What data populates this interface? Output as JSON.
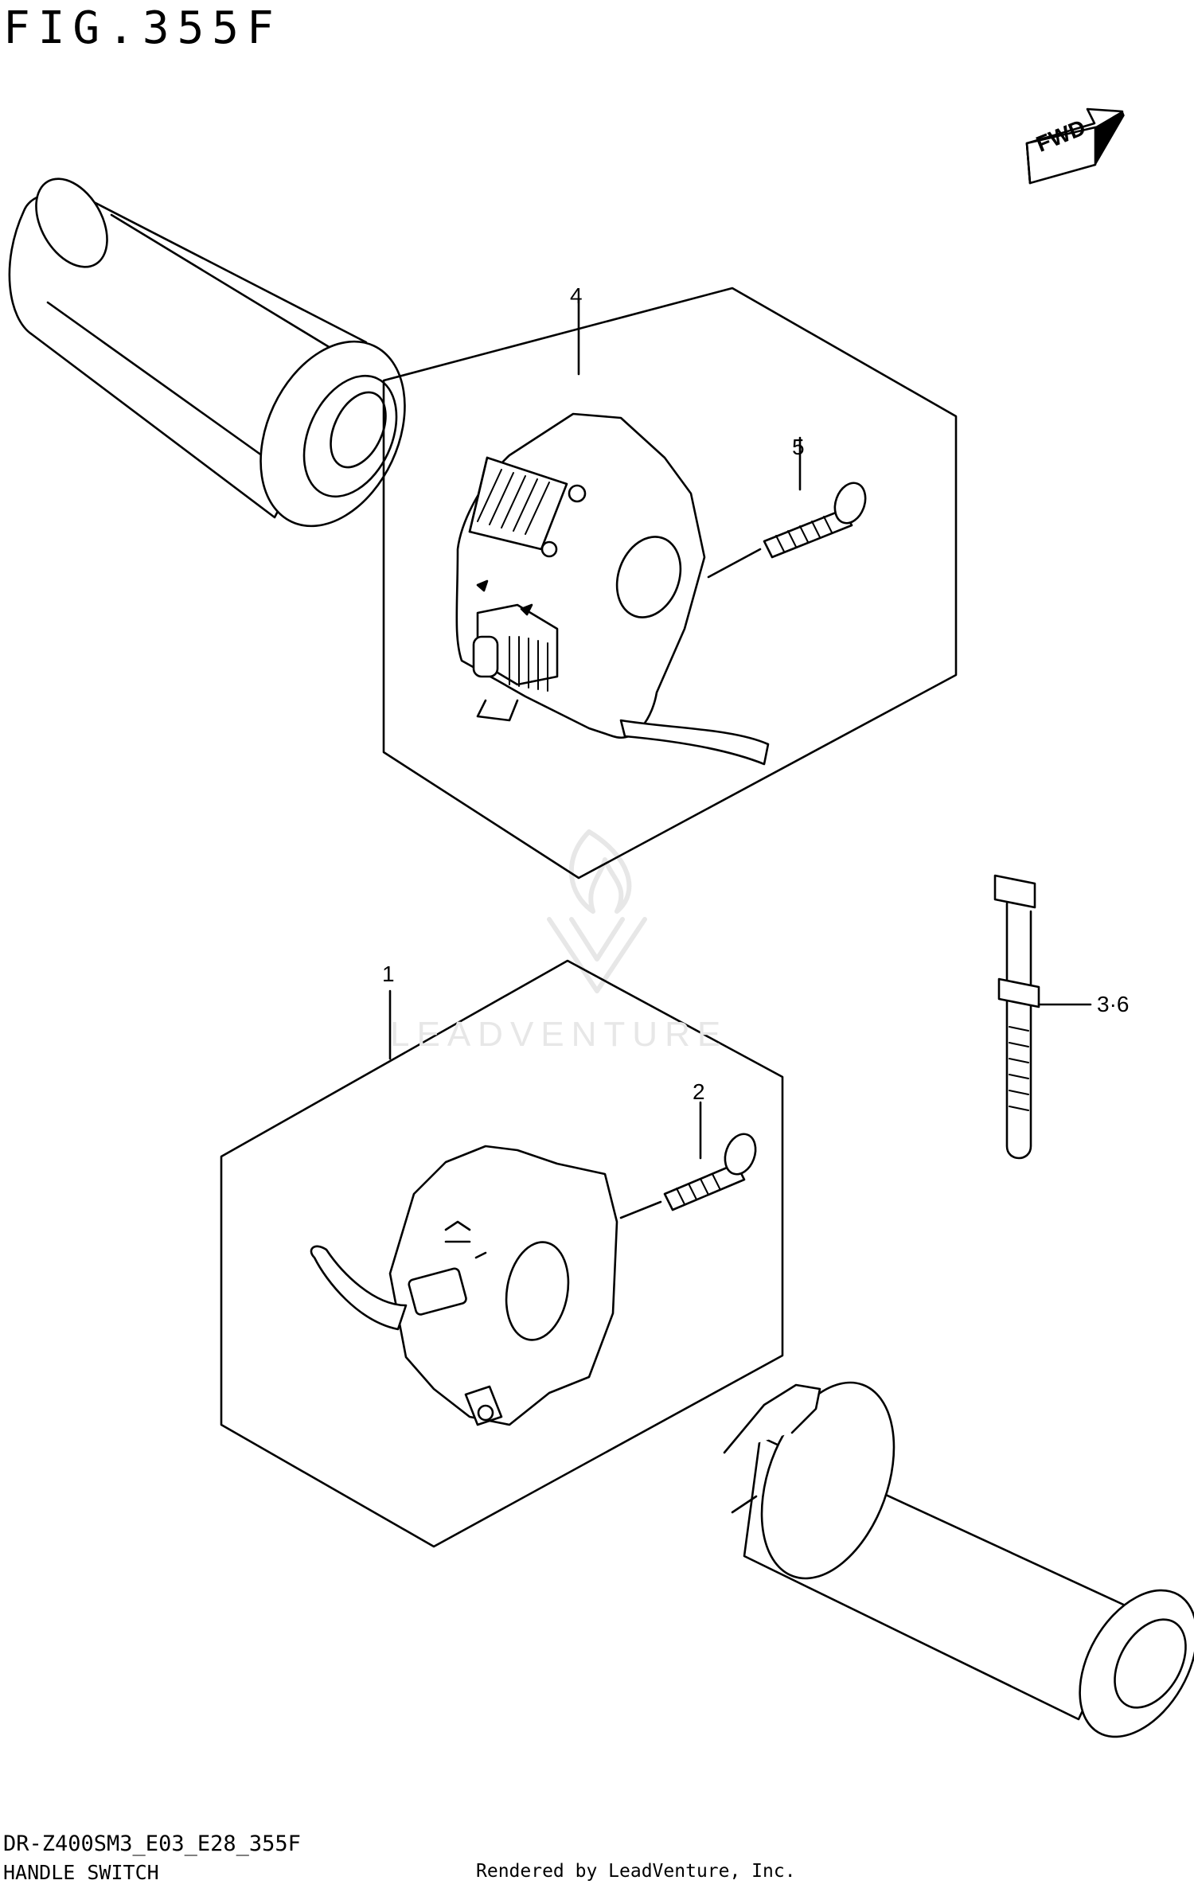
{
  "figure": {
    "title": "FIG.355F",
    "code": "DR-Z400SM3_E03_E28_355F",
    "name": "HANDLE SWITCH",
    "rendered_by": "Rendered by LeadVenture, Inc."
  },
  "fwd_label": "FWD",
  "watermark": "LEADVENTURE",
  "callouts": {
    "c4": "4",
    "c5": "5",
    "c1": "1",
    "c2": "2",
    "c36": "3·6"
  },
  "colors": {
    "line": "#000000",
    "background": "#ffffff",
    "watermark": "#e7e7e7"
  }
}
